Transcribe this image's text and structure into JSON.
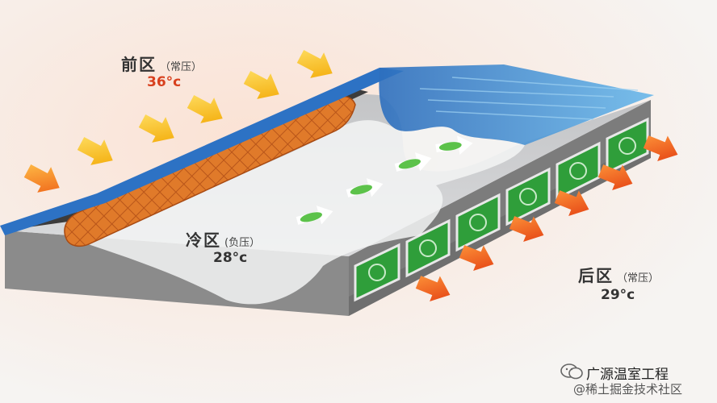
{
  "zones": {
    "front": {
      "name": "前区",
      "pressure": "（常压）",
      "temp": "36°c",
      "temp_color": "#d8401e"
    },
    "cool": {
      "name": "冷区",
      "pressure": "(负压）",
      "temp": "28°c",
      "temp_color": "#333333"
    },
    "back": {
      "name": "后区",
      "pressure": "（常压）",
      "temp": "29°c",
      "temp_color": "#333333"
    }
  },
  "colors": {
    "roof_blue": "#3b86d1",
    "roof_light": "#6ab8ea",
    "wall_gray": "#8c8c8c",
    "floor": "#cfd0d2",
    "pad_orange": "#e07a2a",
    "fan_green": "#2f9e3a",
    "hot_arrow": "#ff5a1a",
    "warm_arrow": "#f5c21c",
    "air_arrow": "#5cc24a"
  },
  "watermark": {
    "line1": "广源温室工程",
    "line2": "@稀土掘金技术社区",
    "icon": "wechat-icon"
  }
}
